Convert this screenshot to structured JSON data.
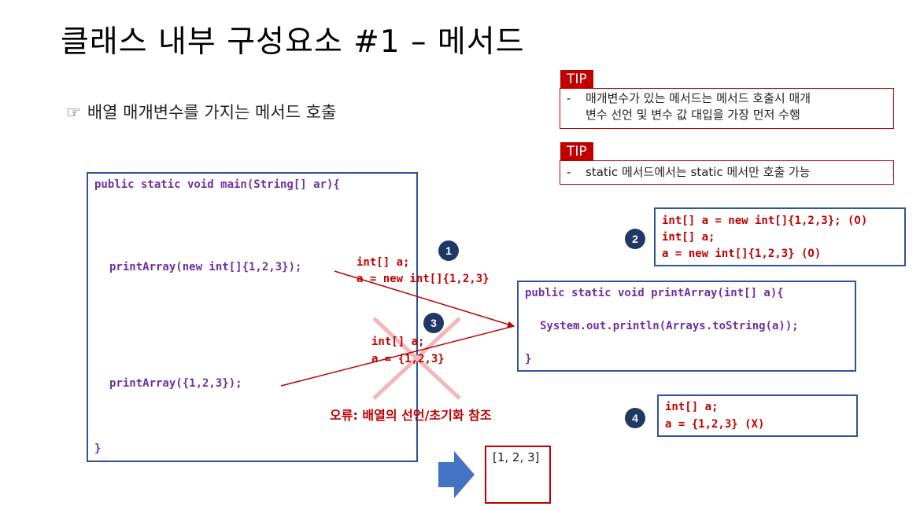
{
  "slide": {
    "title": "클래스 내부 구성요소 #1 – 메서드",
    "subtitle": "배열 매개변수를 가지는 메서드 호출",
    "subtitle_icon": "pointing-hand-icon"
  },
  "main_code": {
    "line1": "public static void main(String[] ar){",
    "call1": "printArray(new int[]{1,2,3});",
    "call2": "printArray({1,2,3});",
    "close": "}"
  },
  "method_code": {
    "line1": "public static void printArray(int[] a){",
    "line2": "System.out.println(Arrays.toString(a));",
    "close": "}"
  },
  "tips": [
    {
      "tag": "TIP",
      "dash": "-",
      "lines": [
        "매개변수가 있는 메서드는 메서드 호출시 매개",
        "변수 선언 및 변수 값 대입을 가장 먼저 수행"
      ]
    },
    {
      "tag": "TIP",
      "dash": "-",
      "lines": [
        "static 메서드에서는 static 메서만 호출 가능"
      ]
    }
  ],
  "steps": {
    "s1": {
      "num": "1",
      "line1": "int[] a;",
      "line2": "a = new int[]{1,2,3}"
    },
    "s2": {
      "num": "2",
      "line1": "int[] a = new int[]{1,2,3}; (O)",
      "line2": "int[] a;",
      "line3": "a = new int[]{1,2,3} (O)"
    },
    "s3": {
      "num": "3",
      "line1": "int[] a;",
      "line2": "a = {1,2,3}"
    },
    "s4": {
      "num": "4",
      "line1": "int[] a;",
      "line2": "a = {1,2,3} (X)"
    }
  },
  "error_text": "오류: 배열의 선언/초기화 참조",
  "result": "[1, 2, 3]",
  "colors": {
    "accent_red": "#c00000",
    "frame_blue": "#2f5597",
    "code_purple": "#7030a0",
    "circle_navy": "#1f3864",
    "arrow_blue": "#4472c4",
    "cross_pink": "#f4b6b6"
  }
}
